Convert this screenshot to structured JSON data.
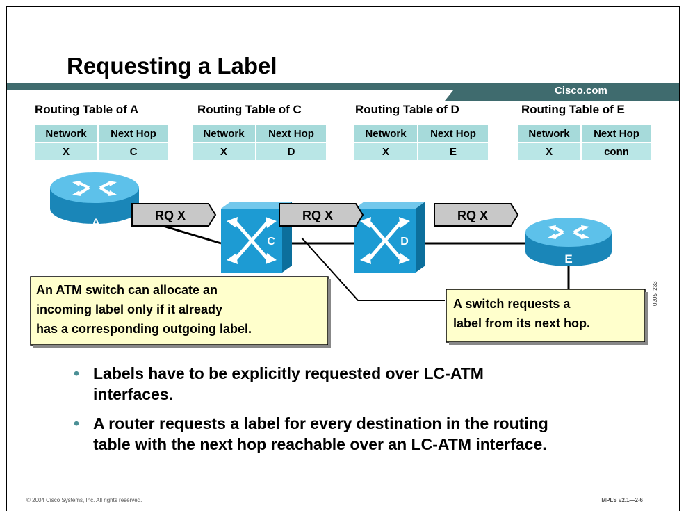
{
  "slide": {
    "title": "Requesting a Label",
    "brand": "Cisco.com",
    "footer_left": "© 2004 Cisco Systems, Inc. All rights reserved.",
    "footer_right": "MPLS v2.1—2-6",
    "figure_id": "0205_233"
  },
  "routing_tables": [
    {
      "title": "Routing Table of A",
      "col1": "Network",
      "col2": "Next Hop",
      "network": "X",
      "next_hop": "C"
    },
    {
      "title": "Routing Table of C",
      "col1": "Network",
      "col2": "Next Hop",
      "network": "X",
      "next_hop": "D"
    },
    {
      "title": "Routing Table of D",
      "col1": "Network",
      "col2": "Next Hop",
      "network": "X",
      "next_hop": "E"
    },
    {
      "title": "Routing Table of E",
      "col1": "Network",
      "col2": "Next Hop",
      "network": "X",
      "next_hop": "conn"
    }
  ],
  "nodes": {
    "a": "A",
    "c": "C",
    "d": "D",
    "e": "E"
  },
  "requests": [
    "RQ X",
    "RQ X",
    "RQ X"
  ],
  "callouts": {
    "left": [
      "An ATM switch can allocate an",
      "incoming label only if it already",
      "has a corresponding outgoing label."
    ],
    "right": [
      "A switch requests a",
      "label from its next hop."
    ]
  },
  "bullets": [
    [
      "Labels have to be explicitly requested over LC-ATM",
      "interfaces."
    ],
    [
      "A router requests a label for every destination in the routing",
      "table with the next hop reachable over an LC-ATM interface."
    ]
  ],
  "colors": {
    "accent": "#3f6b6e",
    "router": "#2ba3d6",
    "switch": "#1d9bd3",
    "callout": "#ffffcc",
    "request": "#c8c8c8",
    "table": "#b9e6e6"
  }
}
